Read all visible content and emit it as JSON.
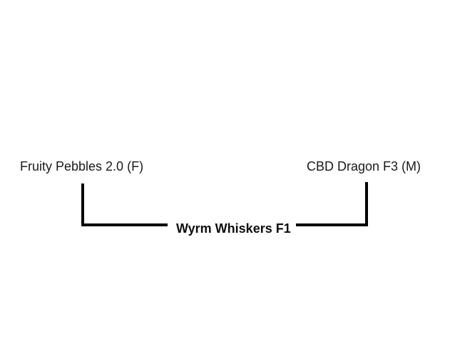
{
  "diagram": {
    "background_color": "#ffffff",
    "line_color": "#000000",
    "text_color": "#1a1a1a",
    "parents": [
      {
        "label": "Fruity Pebbles 2.0 (F)"
      },
      {
        "label": "CBD Dragon F3 (M)"
      }
    ],
    "child_label": "Wyrm Whiskers F1"
  }
}
